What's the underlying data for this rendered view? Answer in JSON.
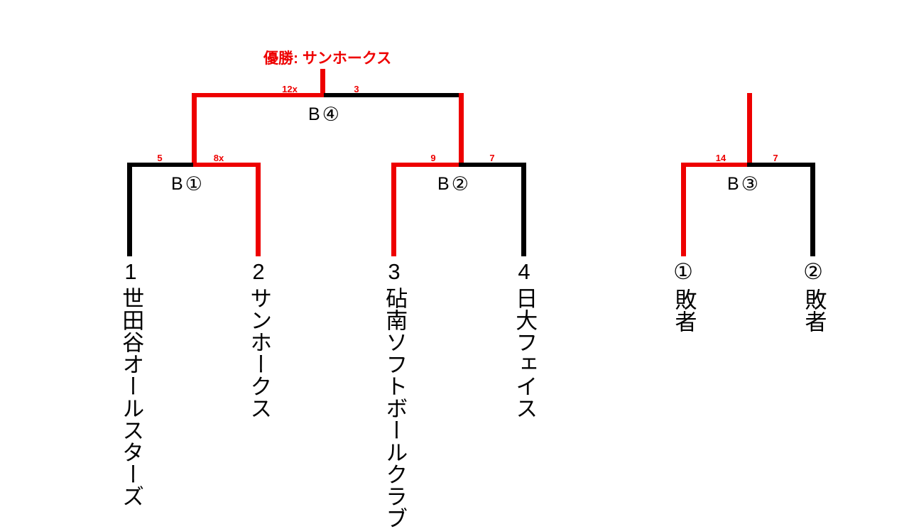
{
  "champion": {
    "label": "優勝: サンホークス",
    "color": "#ee0000"
  },
  "colors": {
    "winner_path": "#ee0000",
    "loser_path": "#000000",
    "text": "#000000"
  },
  "matches": [
    {
      "id": "B ①",
      "id_letter": "B",
      "id_number": "①",
      "left_score": "5",
      "right_score": "8x",
      "winner_side": "right"
    },
    {
      "id": "B ②",
      "id_letter": "B",
      "id_number": "②",
      "left_score": "9",
      "right_score": "7",
      "winner_side": "left"
    },
    {
      "id": "B ④",
      "id_letter": "B",
      "id_number": "④",
      "left_score": "12x",
      "right_score": "3",
      "winner_side": "left"
    },
    {
      "id": "B ③",
      "id_letter": "B",
      "id_number": "③",
      "left_score": "14",
      "right_score": "7",
      "winner_side": "left"
    }
  ],
  "teams": [
    {
      "seed": "1",
      "name": "世田谷オールスターズ"
    },
    {
      "seed": "2",
      "name": "サンホークス"
    },
    {
      "seed": "3",
      "name": "砧南ソフトボールクラブ"
    },
    {
      "seed": "4",
      "name": "日大フェイス"
    }
  ],
  "consolation": {
    "entries": [
      {
        "mark": "①",
        "label": "敗者"
      },
      {
        "mark": "②",
        "label": "敗者"
      }
    ]
  }
}
